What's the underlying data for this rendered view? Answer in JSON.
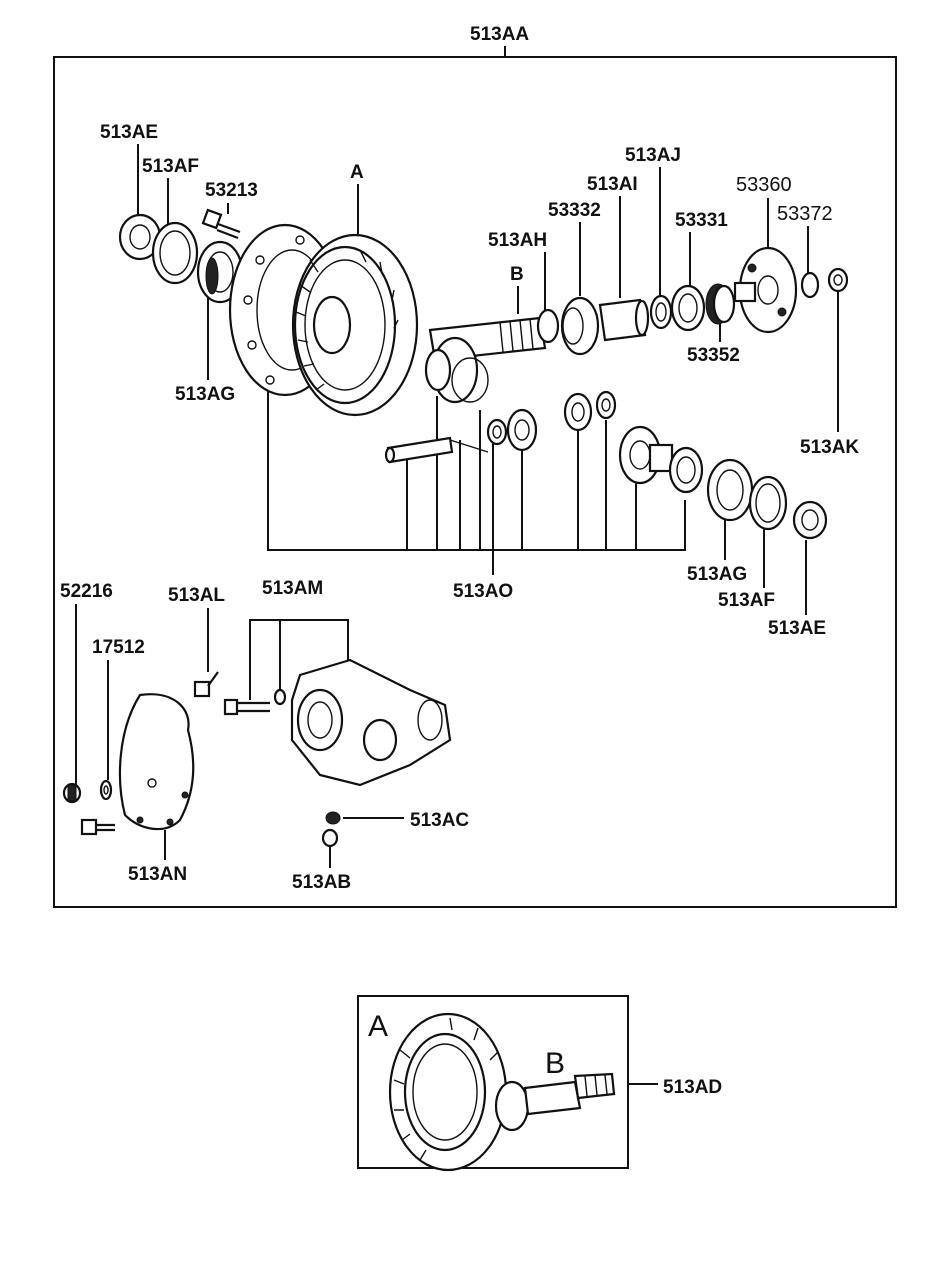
{
  "diagram": {
    "assembly_label": "513AA",
    "main_labels": {
      "p513AE_left": "513AE",
      "p513AF_left": "513AF",
      "p53213": "53213",
      "pA": "A",
      "p513AG_left": "513AG",
      "pB": "B",
      "p513AH": "513AH",
      "p53332": "53332",
      "p513AI": "513AI",
      "p513AJ": "513AJ",
      "p53331": "53331",
      "p53360": "53360",
      "p53372": "53372",
      "p53352": "53352",
      "p513AK": "513AK",
      "p513AO": "513AO",
      "p513AG_right": "513AG",
      "p513AF_right": "513AF",
      "p513AE_right": "513AE",
      "p52216": "52216",
      "p17512": "17512",
      "p513AL": "513AL",
      "p513AM": "513AM",
      "p513AN": "513AN",
      "p513AC": "513AC",
      "p513AB": "513AB"
    },
    "inset": {
      "label_A": "A",
      "label_B": "B",
      "label_513AD": "513AD"
    }
  }
}
